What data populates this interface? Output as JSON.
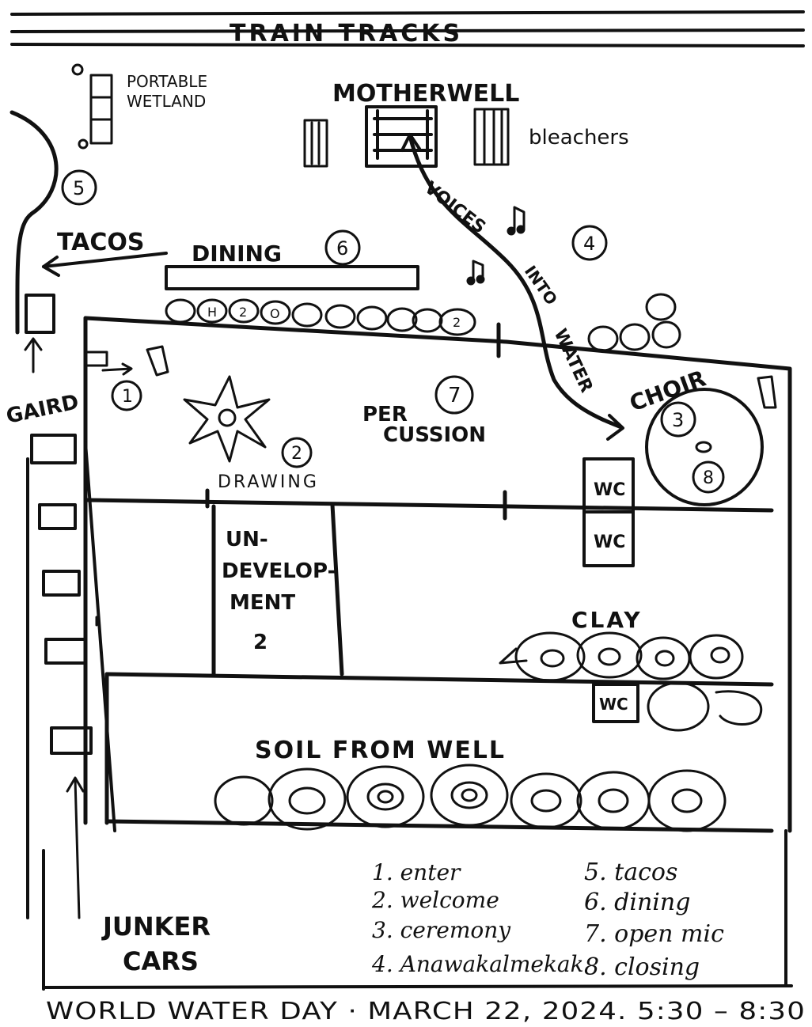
{
  "header": {
    "train_tracks": "TRAIN TRACKS"
  },
  "features": {
    "portable_wetland": [
      "PORTABLE",
      "WETLAND"
    ],
    "motherwell": "MOTHERWELL",
    "bleachers": "bleachers",
    "tacos": "TACOS",
    "dining": "DINING",
    "voices_into_water": [
      "VOICES",
      "INTO",
      "WATER"
    ],
    "gard": "GAIRD",
    "percussion": [
      "PER",
      "CUSSION"
    ],
    "choir": "CHOIR",
    "drawing": "DRAWING",
    "wc": "WC",
    "undevelopment": [
      "UN-",
      "DEVELOP-",
      "MENT"
    ],
    "undevelopment_number": "2",
    "clay": "CLAY",
    "soil_from_well": "SOIL FROM WELL",
    "junker_cars": [
      "JUNKER",
      "CARS"
    ],
    "h2o": [
      "H",
      "2",
      "O",
      "2"
    ]
  },
  "station_numbers": {
    "enter": "1",
    "welcome": "2",
    "ceremony": "3",
    "anawakalmekak": "4",
    "tacos": "5",
    "dining": "6",
    "open_mic": "7",
    "closing": "8"
  },
  "legend": {
    "left": [
      "1. enter",
      "2. welcome",
      "3. ceremony",
      "4. Anawakalmekak"
    ],
    "right": [
      "5. tacos",
      "6. dining",
      "7. open mic",
      "8. closing"
    ]
  },
  "footer": "WORLD WATER DAY · MARCH 22, 2024. 5:30 – 8:30"
}
